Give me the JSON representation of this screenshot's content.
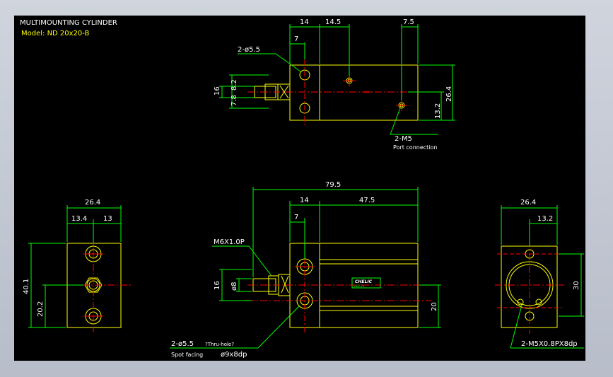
{
  "title": "MULTIMOUNTING CYLINDER",
  "model": "Model: ND 20x20-B",
  "colors": {
    "background": "#000000",
    "outline": "#ffff00",
    "dimension": "#00ff00",
    "centerline": "#ff0000",
    "text_white": "#ffffff",
    "leader": "#00ff00"
  },
  "top_view": {
    "dims": {
      "d14": "14",
      "d14_5": "14.5",
      "d7_5": "7.5",
      "d7": "7",
      "d16": "16",
      "d7_8_2": "7.8",
      "d8_2": "8.2",
      "d26_4": "26.4",
      "d13_2": "13.2"
    },
    "labels": {
      "holes": "2-ø5.5",
      "ports": "2-M5",
      "port_note": "Port connection",
      "tiny": "M820"
    }
  },
  "left_view": {
    "dims": {
      "w26_4": "26.4",
      "w13_4": "13.4",
      "w13": "13",
      "h40_1": "40.1",
      "h20_2": "20.2"
    }
  },
  "front_view": {
    "dims": {
      "d79_5": "79.5",
      "d14": "14",
      "d47_5": "47.5",
      "d7": "7",
      "d16": "16",
      "d8": "ø8",
      "d20": "20"
    },
    "labels": {
      "thread": "M6X1.0P",
      "holes": "2-ø5.5",
      "holes_note": "?Thru-hole?",
      "spot": "Spot facing",
      "spot_dim": "ø9x8dp",
      "brand": "CHELIC",
      "brand_sub": "SND-20"
    }
  },
  "right_view": {
    "dims": {
      "w26_4": "26.4",
      "w13_2": "13.2",
      "h30": "30"
    },
    "labels": {
      "tapped": "2-M5X0.8PX8dp"
    }
  }
}
